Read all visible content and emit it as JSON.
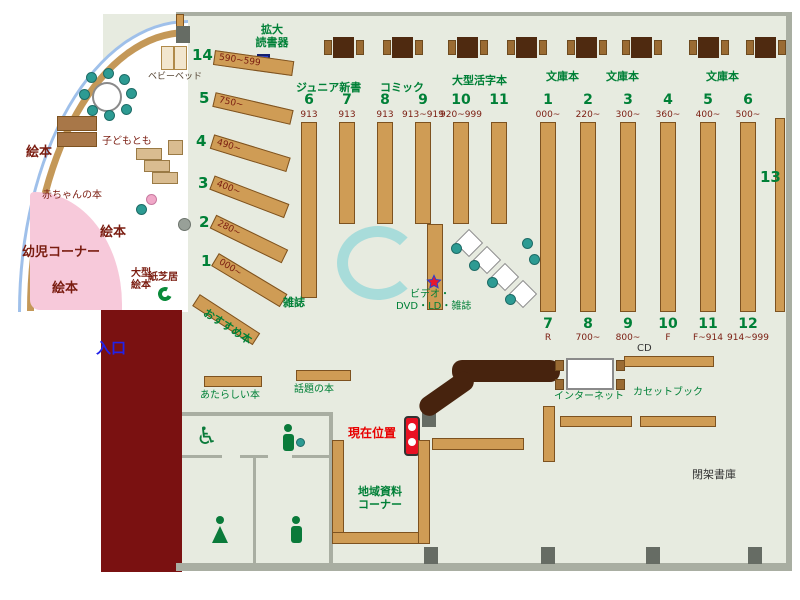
{
  "colors": {
    "label_green": "#008037",
    "label_dark_red": "#7a1c10",
    "entrance_blue": "#2222e8",
    "current_location_red": "#e80000",
    "shelf_tan": "#cf9c55",
    "teal_seat": "#2d9b93",
    "pink_area": "#f7c9da",
    "maroon_area": "#7a1111",
    "floor": "#e7ebe0"
  },
  "areas": {
    "entrance": "入口",
    "toddler_corner": "幼児コーナー",
    "baby_books": "赤ちゃんの本",
    "kids_mag": "子どもとも",
    "picture_books_1": "絵本",
    "picture_books_2": "絵本",
    "picture_books_3": "絵本",
    "large_picture_books_l1": "大型",
    "large_picture_books_l2": "絵本",
    "kamishibai": "紙芝居",
    "baby_bed": "ベビーベッド",
    "magnifier_l1": "拡大",
    "magnifier_l2": "読書器",
    "recommended": "おすすめ本",
    "magazines": "雑誌",
    "video_l1": "ビデオ・",
    "video_l2": "DVD・LD・雑誌",
    "new_books": "あたらしい本",
    "topic_books": "話題の本",
    "current_location": "現在位置",
    "internet": "インターネット",
    "cd": "CD",
    "cassette": "カセットブック",
    "local_docs_l1": "地域資料",
    "local_docs_l2": "コーナー",
    "closed_stacks": "閉架書庫",
    "shelf_13": "13"
  },
  "top_categories": [
    "ジュニア新書",
    "コミック",
    "大型活字本",
    "文庫本",
    "文庫本",
    "文庫本"
  ],
  "diagonal_shelves": [
    {
      "num": "14",
      "range": "590~599"
    },
    {
      "num": "5",
      "range": "750~"
    },
    {
      "num": "4",
      "range": "490~"
    },
    {
      "num": "3",
      "range": "400~"
    },
    {
      "num": "2",
      "range": "280~"
    },
    {
      "num": "1",
      "range": "000~"
    }
  ],
  "left_columns": [
    {
      "num": "6",
      "range": "913"
    },
    {
      "num": "7",
      "range": "913"
    },
    {
      "num": "8",
      "range": "913"
    },
    {
      "num": "9",
      "range": "913~919"
    },
    {
      "num": "10",
      "range": "920~999"
    },
    {
      "num": "11",
      "range": ""
    }
  ],
  "right_columns": [
    {
      "num": "1",
      "range": "000~"
    },
    {
      "num": "2",
      "range": "220~"
    },
    {
      "num": "3",
      "range": "300~"
    },
    {
      "num": "4",
      "range": "360~"
    },
    {
      "num": "5",
      "range": "400~"
    },
    {
      "num": "6",
      "range": "500~"
    }
  ],
  "bottom_columns": [
    {
      "num": "7",
      "range": "R"
    },
    {
      "num": "8",
      "range": "700~"
    },
    {
      "num": "9",
      "range": "800~"
    },
    {
      "num": "10",
      "range": "F"
    },
    {
      "num": "11",
      "range": "F~914"
    },
    {
      "num": "12",
      "range": "914~999"
    }
  ]
}
